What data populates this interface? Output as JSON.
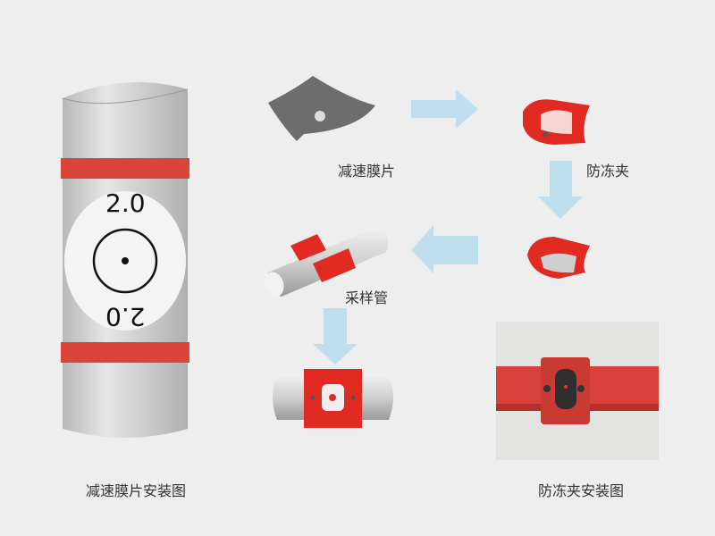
{
  "labels": {
    "membrane": "减速膜片",
    "antifreeze_clip": "防冻夹",
    "sampling_pipe": "采样管",
    "membrane_install": "减速膜片安装图",
    "clip_install": "防冻夹安装图"
  },
  "membrane_value": "2.0",
  "membrane_value_inverted": "2.0",
  "colors": {
    "red": "#d9302b",
    "arrow": "#bfdfee",
    "pipe": "#cfcfcf",
    "background": "#eeeeee"
  }
}
